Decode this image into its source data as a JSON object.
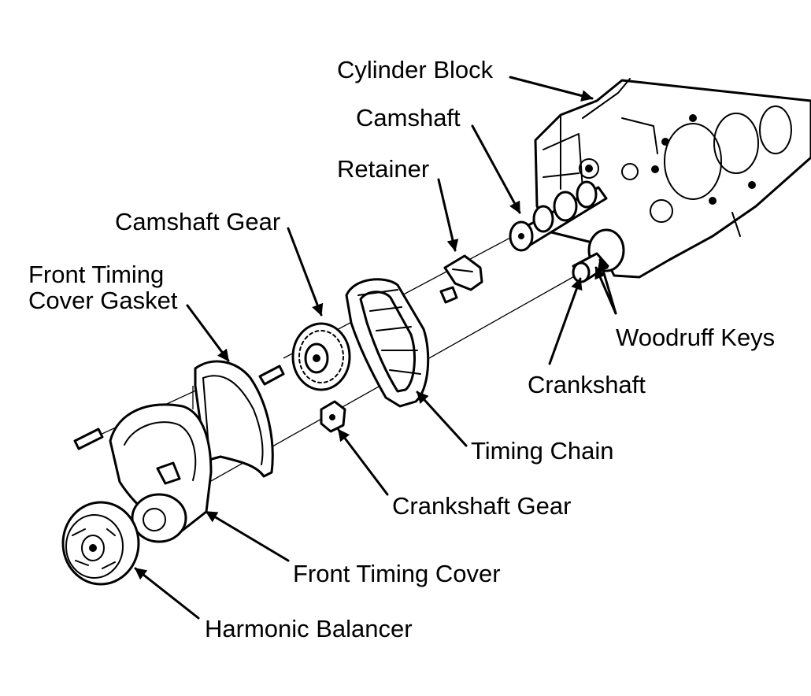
{
  "labels": {
    "cylinder_block": "Cylinder Block",
    "camshaft": "Camshaft",
    "retainer": "Retainer",
    "camshaft_gear": "Camshaft Gear",
    "front_timing_cover_gasket_line1": "Front Timing",
    "front_timing_cover_gasket_line2": "Cover Gasket",
    "woodruff_keys": "Woodruff Keys",
    "crankshaft": "Crankshaft",
    "timing_chain": "Timing Chain",
    "crankshaft_gear": "Crankshaft Gear",
    "front_timing_cover": "Front Timing Cover",
    "harmonic_balancer": "Harmonic Balancer"
  }
}
